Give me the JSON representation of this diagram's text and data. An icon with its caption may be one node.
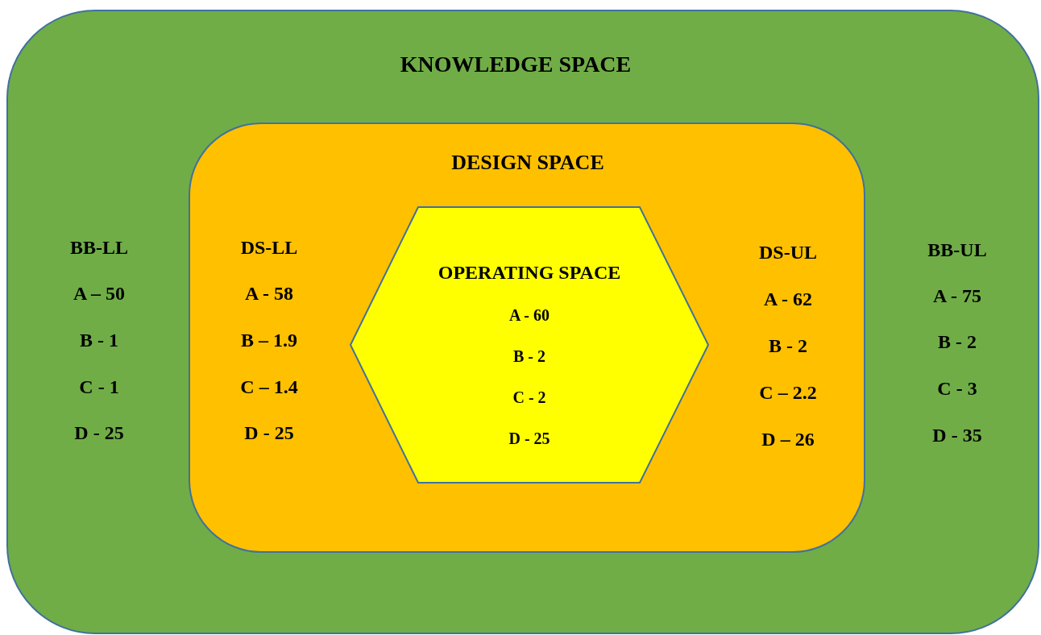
{
  "diagram": {
    "nodes": [
      {
        "text": [
          "KNOWLEDGE SPACE",
          "BB-LL",
          "A – 50",
          "B - 1",
          "C - 1",
          "D - 25",
          "BB-UL",
          "A - 75",
          "B - 2",
          "C - 3",
          "D - 35"
        ]
      },
      {
        "text": [
          "DESIGN SPACE",
          "DS-LL",
          "A - 58",
          "B – 1.9",
          "C – 1.4",
          "D - 25",
          "DS-UL",
          "A - 62",
          "B - 2",
          "C – 2.2",
          "D – 26"
        ],
        "in": 0
      },
      {
        "text": [
          "OPERATING SPACE",
          "A - 60",
          "B - 2",
          "C - 2",
          "D - 25"
        ],
        "in": 1
      }
    ]
  }
}
